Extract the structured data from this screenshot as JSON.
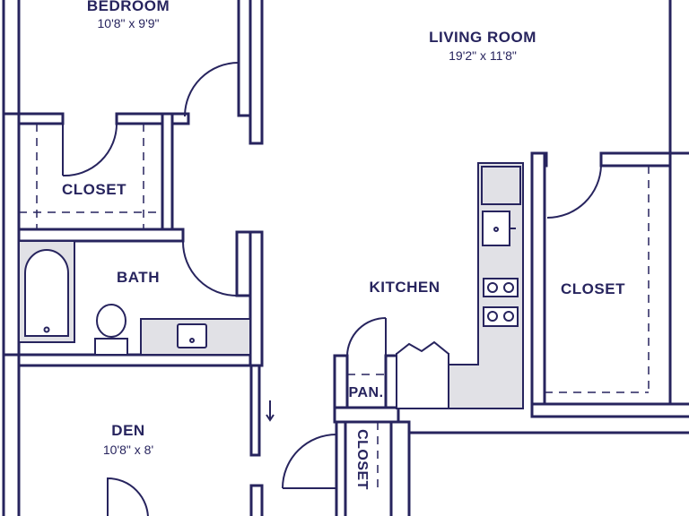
{
  "rooms": {
    "bedroom": {
      "name": "BEDROOM",
      "dims": "10'8\" x 9'9\""
    },
    "living_room": {
      "name": "LIVING ROOM",
      "dims": "19'2\" x 11'8\""
    },
    "closet_bedroom": {
      "name": "CLOSET"
    },
    "bath": {
      "name": "BATH"
    },
    "kitchen": {
      "name": "KITCHEN"
    },
    "closet_living": {
      "name": "CLOSET"
    },
    "pantry": {
      "name": "PAN."
    },
    "den": {
      "name": "DEN",
      "dims": "10'8\" x 8'"
    },
    "closet_hall": {
      "name": "CLOSET"
    }
  },
  "colors": {
    "wall": "#27245e",
    "fixture_fill": "#e1e1e6",
    "background": "#ffffff"
  }
}
